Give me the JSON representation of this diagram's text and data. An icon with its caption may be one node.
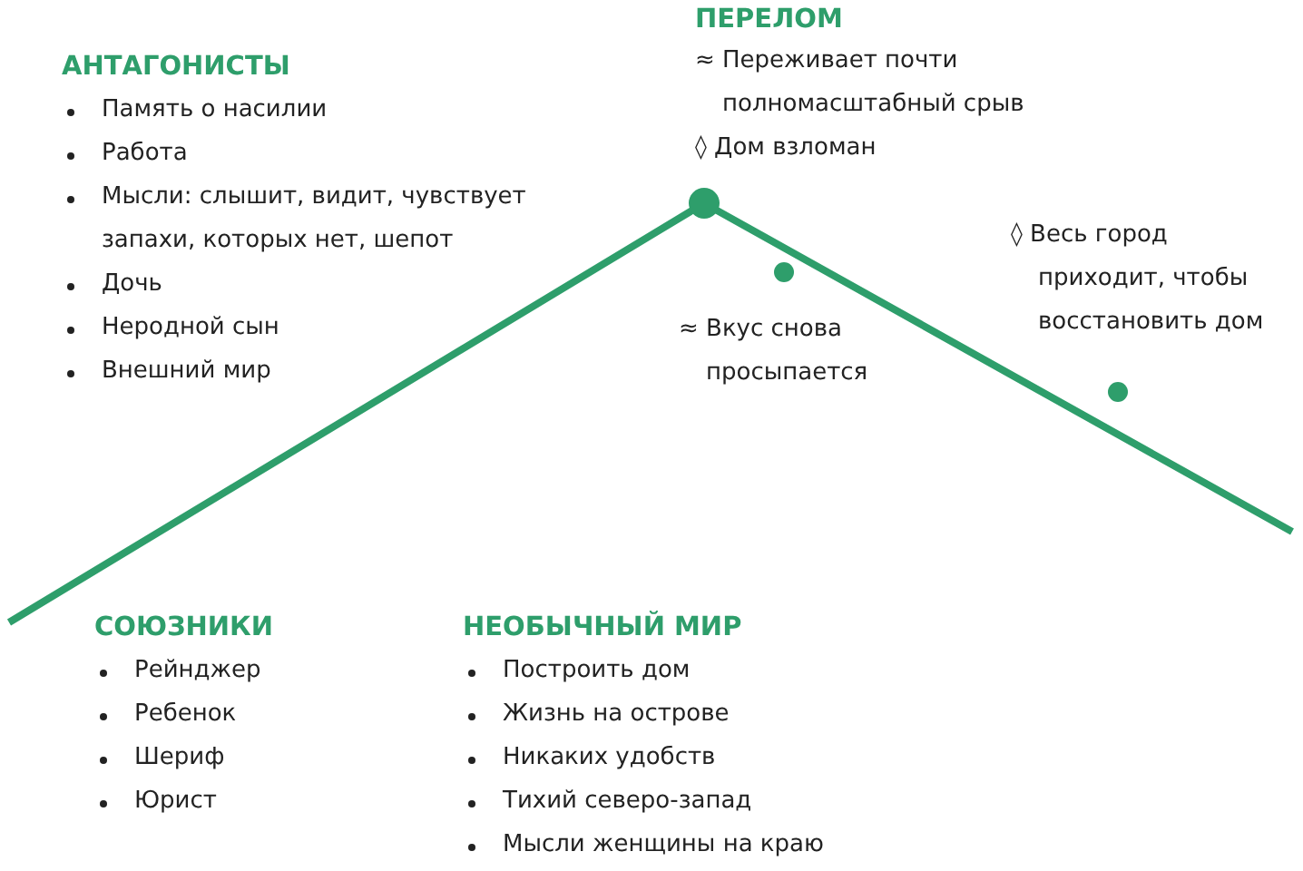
{
  "diagram": {
    "labels": [
      "ПЕРЕЛОМ",
      "≈ Переживает почти полномасштабный срыв",
      "◊ Дом взломан",
      "АНТАГОНИСТЫ",
      "Память о насилии",
      "Работа",
      "Мысли: слышит, видит, чувствует запахи, которых нет, шепот",
      "Дочь",
      "Неродной сын",
      "Внешний мир",
      "◊ Весь город приходит, чтобы восстановить дом",
      "≈ Вкус снова просыпается",
      "СОЮЗНИКИ",
      "Рейнджер",
      "Ребенок",
      "Шериф",
      "Юрист",
      "НЕОБЫЧНЫЙ МИР",
      "Построить дом",
      "Жизнь на острове",
      "Никаких удобств",
      "Тихий северо-запад",
      "Мысли женщины на краю"
    ]
  }
}
